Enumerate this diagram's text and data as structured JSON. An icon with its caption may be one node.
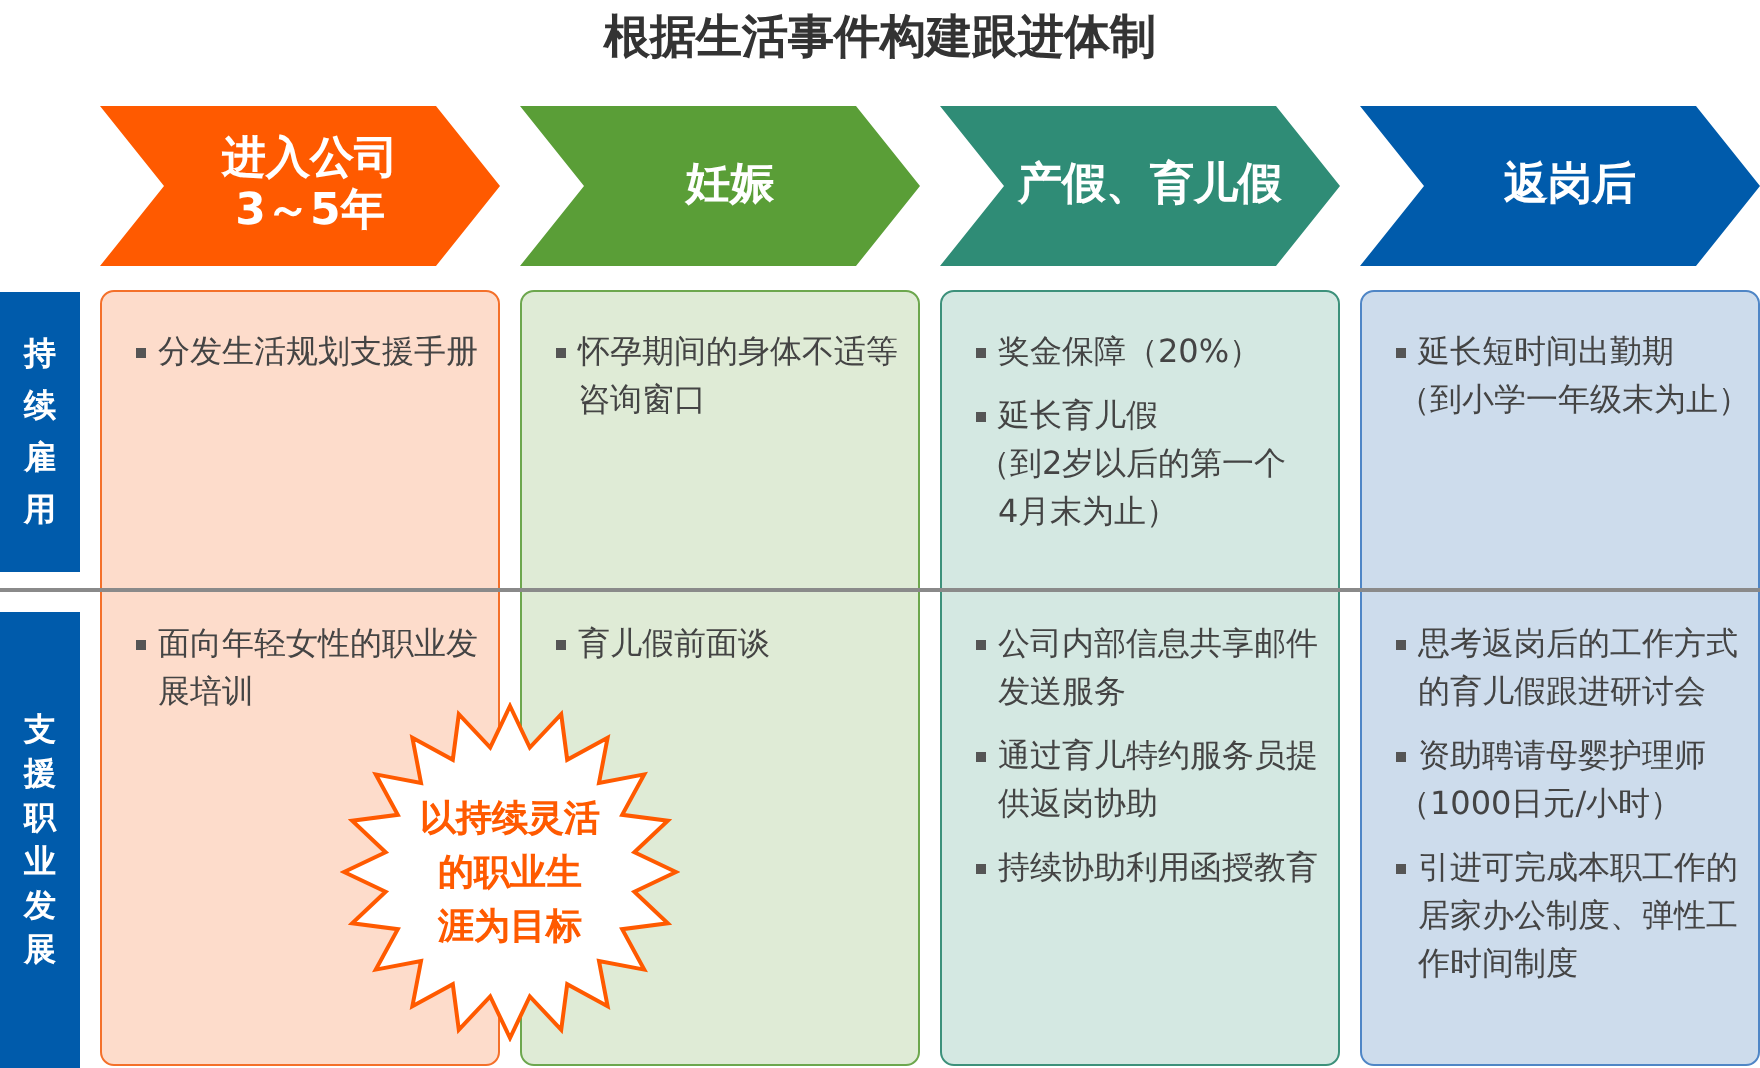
{
  "diagram": {
    "title": "根据生活事件构建跟进体制",
    "nodes": [
      {
        "text": [
          "进入公司3～5年"
        ]
      },
      {
        "text": [
          "妊娠"
        ]
      },
      {
        "text": [
          "产假、育儿假"
        ]
      },
      {
        "text": [
          "返岗后"
        ]
      },
      {
        "text": [
          "持续雇用"
        ]
      },
      {
        "text": [
          "分发生活规划支援手册",
          "面向年轻女性的职业发展培训"
        ]
      },
      {
        "text": [
          "怀孕期间的身体不适等咨询窗口",
          "育儿假前面谈"
        ]
      },
      {
        "text": [
          "奖金保障（20%）",
          "延长育儿假",
          "（到2岁以后的第一个4月末为止）",
          "公司内部信息共享邮件发送服务",
          "通过育儿特约服务员提供返岗协助",
          "持续协助利用函授教育"
        ]
      },
      {
        "text": [
          "延长短时间出勤期",
          "（到小学一年级末为止）",
          "思考返岗后的工作方式的育儿假跟进研讨会",
          "资助聘请母婴护理师",
          "（1000日元/小时）",
          "引进可完成本职工作的居家办公制度、弹性工作时间制度"
        ]
      },
      {
        "text": [
          "支援职业发展"
        ]
      },
      {
        "text": [
          "以持续灵活的职业生涯为目标"
        ]
      }
    ]
  }
}
